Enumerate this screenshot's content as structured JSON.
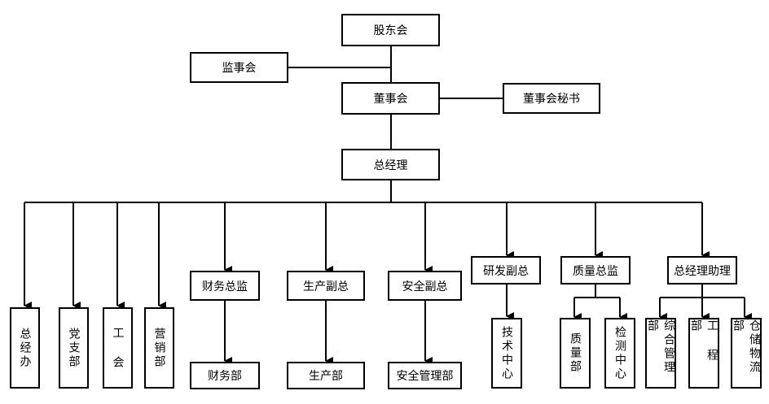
{
  "org_chart": {
    "shareholders": "股东会",
    "supervisors": "监事会",
    "board": "董事会",
    "board_secretary": "董事会秘书",
    "gm": "总经理",
    "gm_office": "总经办",
    "party_branch": "党支部",
    "union": "工 会",
    "marketing": "营销部",
    "cfo": "财务总监",
    "finance": "财务部",
    "vp_production": "生产副总",
    "production": "生产部",
    "vp_safety": "安全副总",
    "safety_mgmt": "安全管理部",
    "vp_rd": "研发副总",
    "tech_center": "技术中心",
    "quality_director": "质量总监",
    "quality": "质量部",
    "testing_center": "检测中心",
    "gm_assistant": "总经理助理",
    "general_mgmt": "综合管理部",
    "engineering": "工 程 部",
    "warehouse_logistics": "仓储物流部"
  }
}
